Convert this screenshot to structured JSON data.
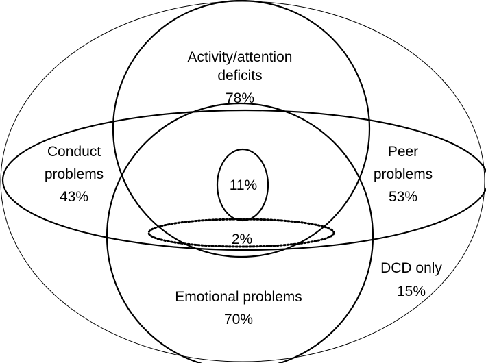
{
  "groups": {
    "activity_attention": {
      "line1": "Activity/attention",
      "line2": "deficits",
      "value": "78%"
    },
    "conduct": {
      "line1": "Conduct",
      "line2": "problems",
      "value": "43%"
    },
    "peer": {
      "line1": "Peer",
      "line2": "problems",
      "value": "53%"
    },
    "emotional": {
      "label": "Emotional problems",
      "value": "70%"
    },
    "dcd_only": {
      "label": "DCD only",
      "value": "15%"
    }
  },
  "overlaps": {
    "all_four": "11%",
    "dotted_region": "2%"
  }
}
